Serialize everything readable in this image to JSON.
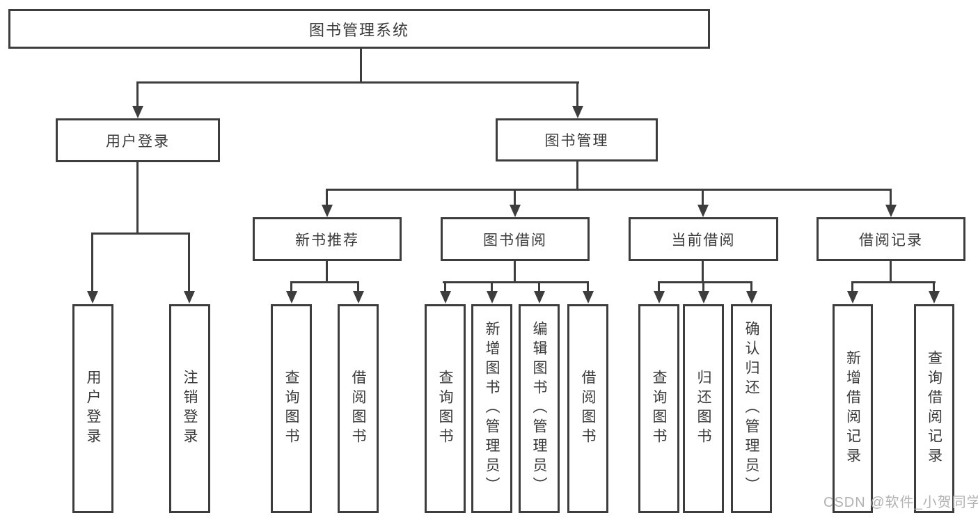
{
  "diagram": {
    "type": "hierarchy-tree",
    "root": {
      "label": "图书管理系统"
    },
    "level2": [
      {
        "label": "用户登录"
      },
      {
        "label": "图书管理"
      }
    ],
    "level3": [
      {
        "label": "新书推荐",
        "parent": "图书管理"
      },
      {
        "label": "图书借阅",
        "parent": "图书管理"
      },
      {
        "label": "当前借阅",
        "parent": "图书管理"
      },
      {
        "label": "借阅记录",
        "parent": "图书管理"
      }
    ],
    "leaves": {
      "user_login": [
        "用户登录",
        "注销登录"
      ],
      "new_books": [
        "查询图书",
        "借阅图书"
      ],
      "book_borrow": [
        "查询图书",
        "新增图书（管理员）",
        "编辑图书（管理员）",
        "借阅图书"
      ],
      "current_borrow": [
        "查询图书",
        "归还图书",
        "确认归还（管理员）"
      ],
      "borrow_records": [
        "新增借阅记录",
        "查询借阅记录"
      ]
    },
    "colors": {
      "line": "#3d3d3d",
      "text": "#3a3a3a",
      "watermark": "#b2b2b2",
      "background": "#ffffff"
    }
  },
  "watermark": {
    "text": "CSDN @软件_小贺同学"
  }
}
